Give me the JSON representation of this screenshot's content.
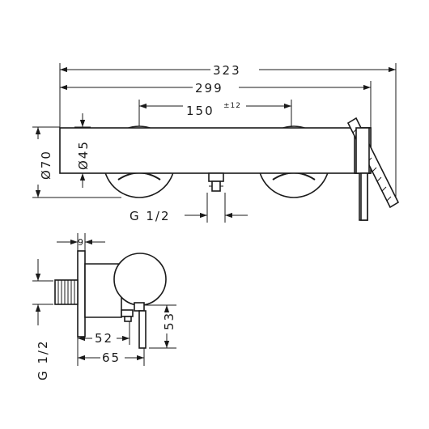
{
  "front_view": {
    "overall_width": "323",
    "body_width": "299",
    "centers": "150",
    "centers_tolerance": "±12",
    "height": "Ø70",
    "diameter": "Ø45",
    "outlet_thread": "G 1/2"
  },
  "side_view": {
    "wall_offset": "9",
    "depth_52": "52",
    "depth_65": "65",
    "height_53": "53",
    "inlet_thread": "G 1/2"
  }
}
